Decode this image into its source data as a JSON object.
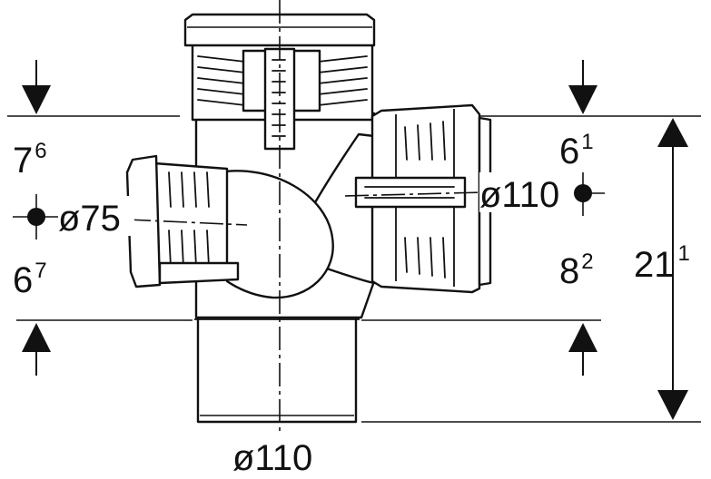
{
  "dimensions": {
    "top_left": {
      "main": "7",
      "sup": "6"
    },
    "bottom_left": {
      "main": "6",
      "sup": "7"
    },
    "top_right": {
      "main": "6",
      "sup": "1"
    },
    "middle_right": {
      "main": "8",
      "sup": "2"
    },
    "overall_right": {
      "main": "21",
      "sup": "1"
    }
  },
  "diameters": {
    "left_branch": "ø75",
    "right_branch": "ø110",
    "main_pipe": "ø110"
  },
  "colors": {
    "line": "#111111",
    "background": "#ffffff"
  }
}
